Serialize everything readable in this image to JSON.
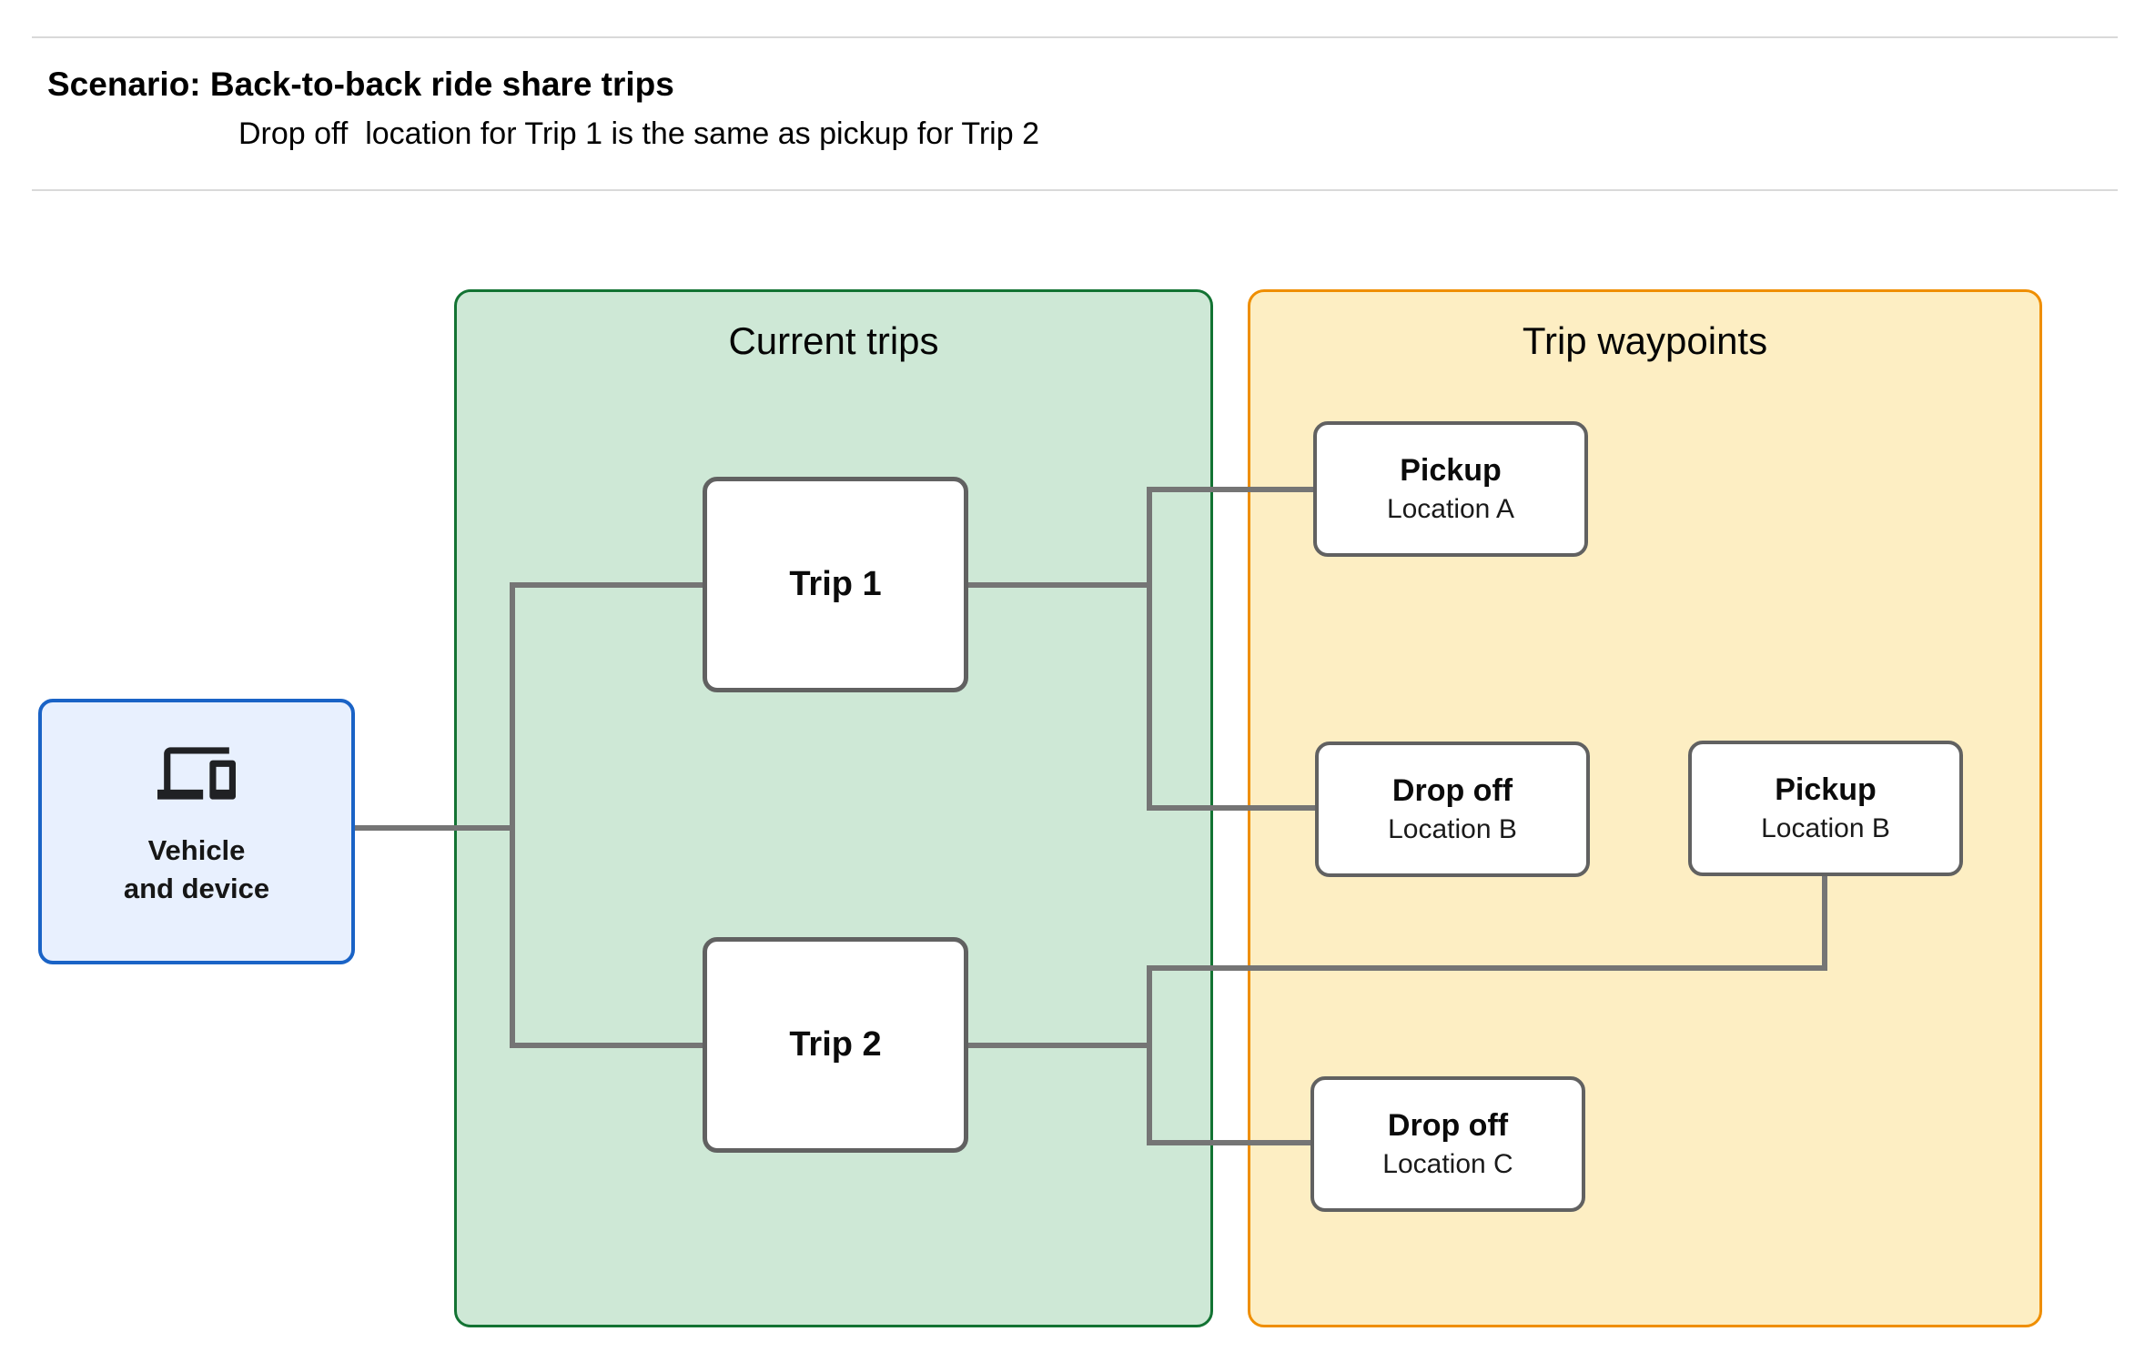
{
  "header": {
    "title": "Scenario: Back-to-back ride share trips",
    "subtitle": "Drop off  location for Trip 1 is the same as pickup for Trip 2"
  },
  "vehicle": {
    "icon": "devices-icon",
    "label_line1": "Vehicle",
    "label_line2": "and device"
  },
  "panels": {
    "current_trips": {
      "title": "Current trips"
    },
    "trip_waypoints": {
      "title": "Trip waypoints"
    }
  },
  "trips": [
    {
      "label": "Trip 1"
    },
    {
      "label": "Trip 2"
    }
  ],
  "waypoints": [
    {
      "type": "Pickup",
      "location": "Location A"
    },
    {
      "type": "Drop off",
      "location": "Location B"
    },
    {
      "type": "Pickup",
      "location": "Location B"
    },
    {
      "type": "Drop off",
      "location": "Location C"
    }
  ],
  "colors": {
    "green_fill": "#cee8d6",
    "green_border": "#137333",
    "orange_fill": "#fdeec3",
    "orange_border": "#ef8e00",
    "blue_fill": "#e8f0fe",
    "blue_border": "#1a63c6",
    "connector": "#757575",
    "node_border": "#616161",
    "node_fill": "#ffffff",
    "rule": "#d9d9d9"
  }
}
